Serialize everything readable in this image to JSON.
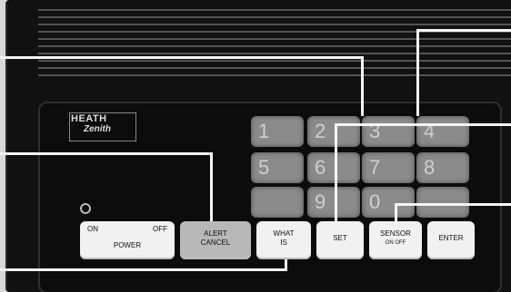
{
  "brand": {
    "line1": "HEATH",
    "line2": "Zenith"
  },
  "keypad": [
    {
      "num": "1",
      "cap": ""
    },
    {
      "num": "2",
      "cap": ""
    },
    {
      "num": "3",
      "cap": ""
    },
    {
      "num": "4",
      "cap": ""
    },
    {
      "num": "5",
      "cap": ""
    },
    {
      "num": "6",
      "cap": ""
    },
    {
      "num": "7",
      "cap": ""
    },
    {
      "num": "8",
      "cap": ""
    },
    {
      "num": "",
      "cap": ""
    },
    {
      "num": "9",
      "cap": ""
    },
    {
      "num": "0",
      "cap": ""
    },
    {
      "num": "",
      "cap": ""
    }
  ],
  "buttons": {
    "power": {
      "on": "ON",
      "off": "OFF",
      "label": "POWER"
    },
    "alert_cancel": {
      "line1": "ALERT",
      "line2": "CANCEL"
    },
    "what_is": {
      "line1": "WHAT",
      "line2": "IS"
    },
    "set": {
      "label": "SET"
    },
    "sensor": {
      "line1": "SENSOR",
      "line2": "ON OFF"
    },
    "enter": {
      "label": "ENTER"
    }
  }
}
